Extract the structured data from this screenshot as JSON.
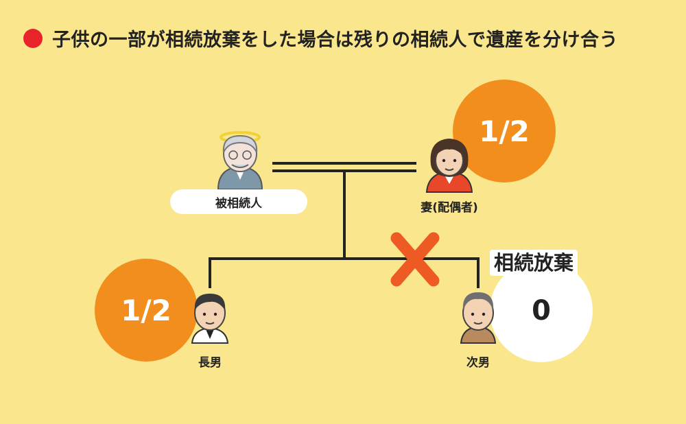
{
  "title": "子供の一部が相続放棄をした場合は残りの相続人で遺産を分け合う",
  "nodes": {
    "deceased": {
      "label": "被相続人"
    },
    "spouse": {
      "label": "妻(配偶者)",
      "share": "1/2"
    },
    "eldest_son": {
      "label": "長男",
      "share": "1/2"
    },
    "second_son": {
      "label": "次男",
      "share": "0",
      "status": "相続放棄"
    }
  },
  "colors": {
    "background": "#FAE68C",
    "share_circle": "#F28E1E",
    "cross": "#EE5A24",
    "title_dot": "#E8232A"
  }
}
